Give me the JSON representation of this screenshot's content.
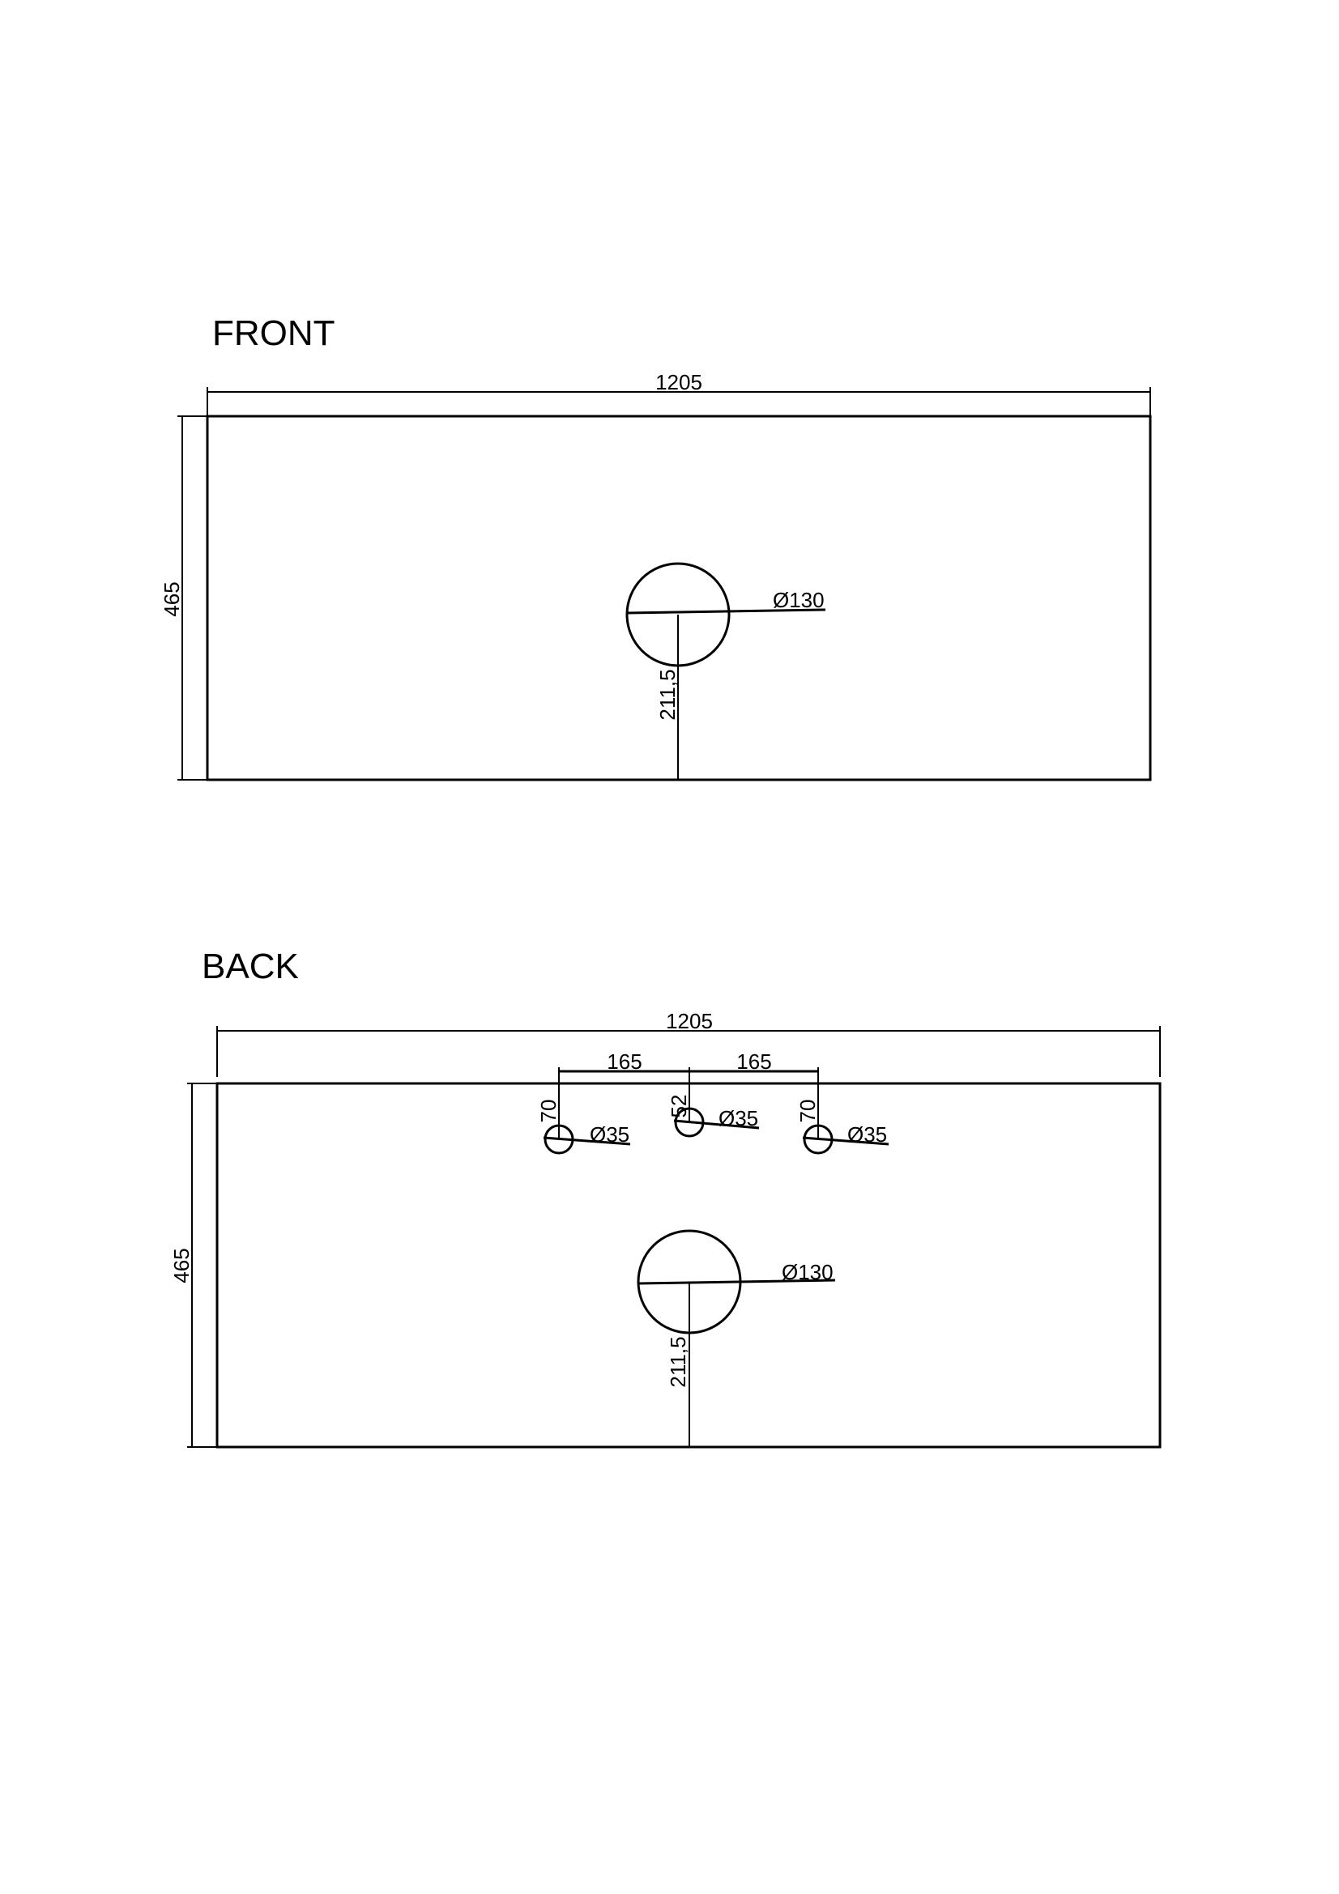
{
  "front": {
    "title": "FRONT",
    "width_label": "1205",
    "height_label": "465",
    "hole_diameter_label": "Ø130",
    "hole_offset_label": "211,5"
  },
  "back": {
    "title": "BACK",
    "width_label": "1205",
    "height_label": "465",
    "spacing_left_label": "165",
    "spacing_right_label": "165",
    "left_tap_offset_label": "70",
    "center_tap_offset_label": "52",
    "right_tap_offset_label": "70",
    "left_tap_diameter_label": "Ø35",
    "center_tap_diameter_label": "Ø35",
    "right_tap_diameter_label": "Ø35",
    "hole_diameter_label": "Ø130",
    "hole_offset_label": "211,5"
  }
}
